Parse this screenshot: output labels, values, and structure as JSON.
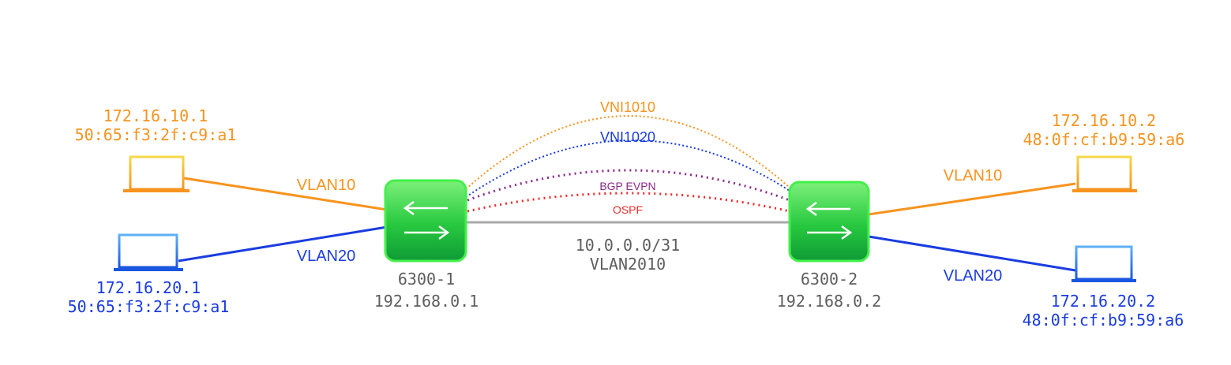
{
  "colors": {
    "orange": "#f7931e",
    "blue": "#1a3ce0",
    "purple": "#8a2a8a",
    "red": "#ee2b2b",
    "gray_link": "#aaaaaa",
    "gray_text": "#5e5e5e",
    "switch_green": "#22c55e"
  },
  "hosts": {
    "left_top": {
      "ip": "172.16.10.1",
      "mac": "50:65:f3:2f:c9:a1",
      "icon": "laptop-icon",
      "color": "orange"
    },
    "left_bottom": {
      "ip": "172.16.20.1",
      "mac": "50:65:f3:2f:c9:a1",
      "icon": "laptop-icon",
      "color": "blue"
    },
    "right_top": {
      "ip": "172.16.10.2",
      "mac": "48:0f:cf:b9:59:a6",
      "icon": "laptop-icon",
      "color": "orange"
    },
    "right_bottom": {
      "ip": "172.16.20.2",
      "mac": "48:0f:cf:b9:59:a6",
      "icon": "laptop-icon",
      "color": "blue"
    }
  },
  "switches": {
    "left": {
      "name": "6300-1",
      "ip": "192.168.0.1",
      "icon": "switch-icon"
    },
    "right": {
      "name": "6300-2",
      "ip": "192.168.0.2",
      "icon": "switch-icon"
    }
  },
  "links": {
    "left_vlan10": "VLAN10",
    "left_vlan20": "VLAN20",
    "right_vlan10": "VLAN10",
    "right_vlan20": "VLAN20",
    "core_subnet": "10.0.0.0/31",
    "core_vlan": "VLAN2010"
  },
  "overlays": {
    "vni1010": "VNI1010",
    "vni1020": "VNI1020",
    "bgp_evpn": "BGP EVPN",
    "ospf": "OSPF"
  }
}
